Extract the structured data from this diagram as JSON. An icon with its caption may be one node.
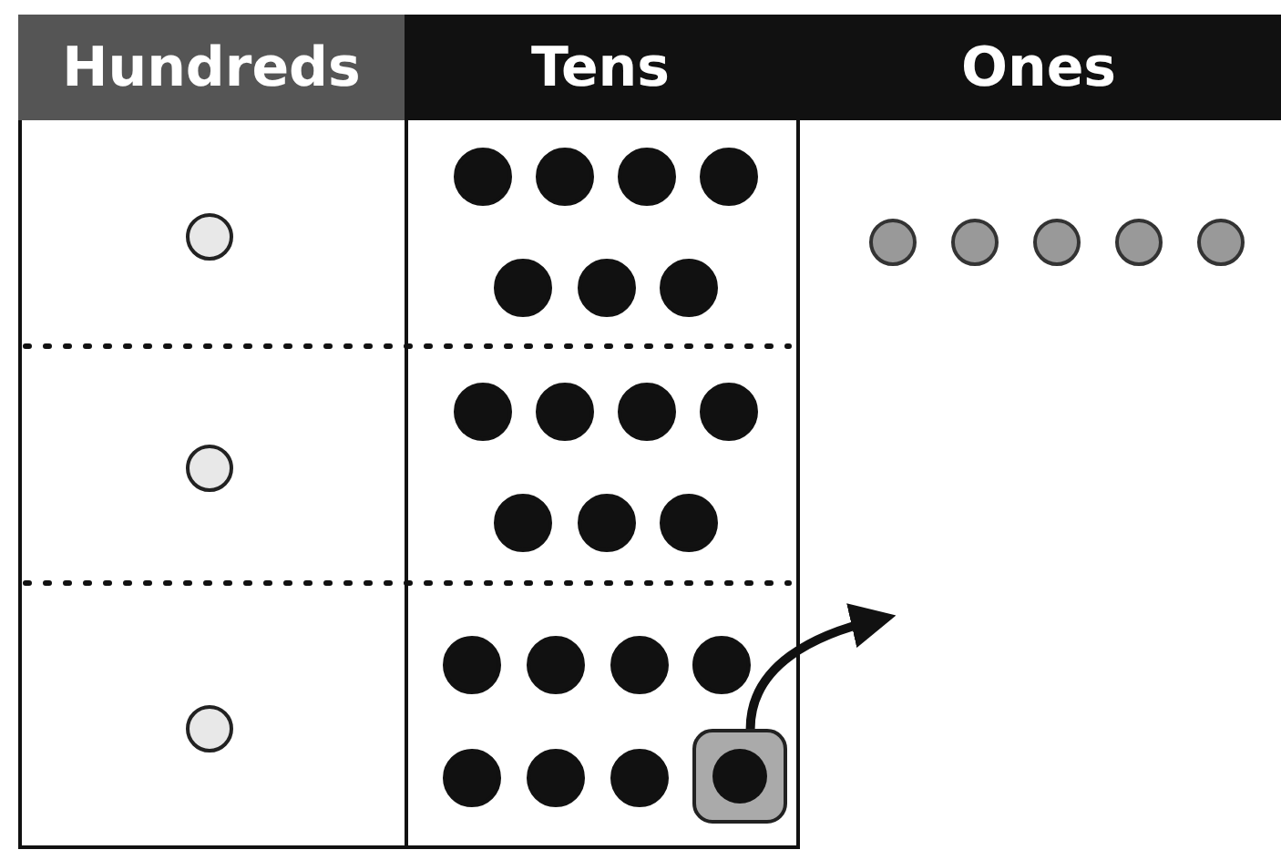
{
  "diagram": {
    "nodes": [
      {
        "text": [
          "Hundreds"
        ]
      },
      {
        "text": [
          "Tens"
        ]
      },
      {
        "text": [
          "Ones"
        ]
      },
      {
        "text": [],
        "shape": "box",
        "in": 1
      }
    ],
    "edges": [
      {
        "from": 3,
        "to": 2,
        "arrow": "to"
      }
    ]
  }
}
